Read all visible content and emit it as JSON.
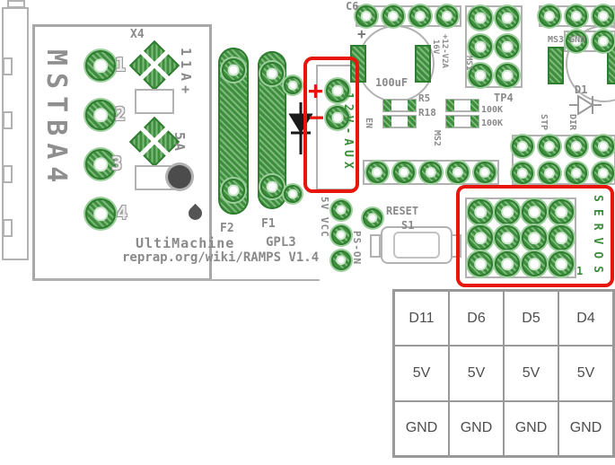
{
  "board": {
    "title_connector": "MSTBA4",
    "x4": "X4",
    "pins": [
      "1",
      "2",
      "3",
      "4"
    ],
    "fuse_f2": "F2",
    "fuse_f1": "F1",
    "rating_11a": "11A+",
    "rating_5a": "5A",
    "silk": {
      "brand": "UltiMachine",
      "license": "GPL3",
      "url": "reprap.org/wiki/RAMPS V1.4"
    },
    "aux": {
      "label": "12V-AUX",
      "plus": "+",
      "minus": "−"
    },
    "power": {
      "vcc": "5V VCC",
      "pson": "PS-ON"
    },
    "reset": {
      "label": "RESET",
      "ref": "S1"
    },
    "servos": {
      "label": "SERVOS",
      "pin1": "1"
    },
    "cap": {
      "ref": "C6",
      "value": "100uF",
      "plus": "+",
      "rating": "16V",
      "rail": "+12-V2A"
    },
    "resistors": {
      "r5": "R5",
      "r18": "R18",
      "values": [
        "100K",
        "100K"
      ]
    },
    "stepper": {
      "ms1": "MS1",
      "ms2": "MS2",
      "ms3_gnd": "MS3 GND",
      "en": "EN",
      "stp": "STP",
      "dir": "DIR",
      "tp4": "TP4",
      "d1": "D1"
    }
  },
  "colors": {
    "highlight": "#e8150b",
    "pad_green": "#3e8e3e",
    "silkscreen": "#8a8a8a"
  },
  "pinout_table": {
    "rows": [
      [
        "D11",
        "D6",
        "D5",
        "D4"
      ],
      [
        "5V",
        "5V",
        "5V",
        "5V"
      ],
      [
        "GND",
        "GND",
        "GND",
        "GND"
      ]
    ]
  }
}
